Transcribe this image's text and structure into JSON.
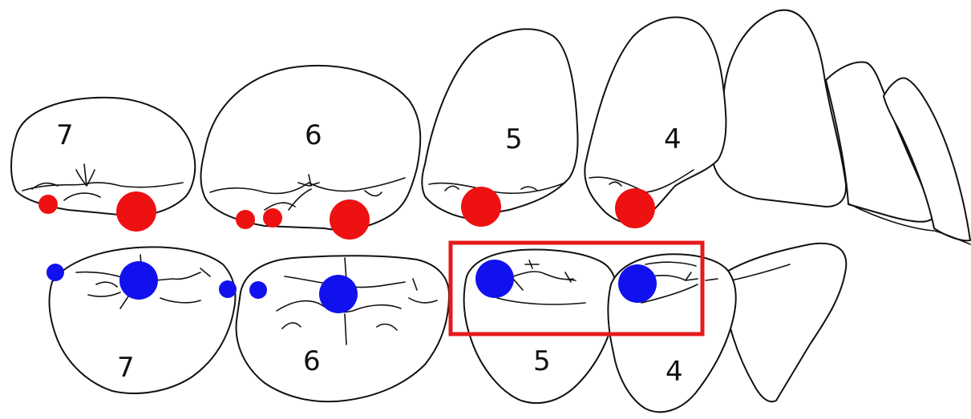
{
  "colors": {
    "upper_marker": "#ee1111",
    "lower_marker": "#1111ee",
    "highlight_box": "#e51a1a",
    "outline": "#111111"
  },
  "upper_teeth": [
    {
      "number": "7"
    },
    {
      "number": "6"
    },
    {
      "number": "5"
    },
    {
      "number": "4"
    }
  ],
  "lower_teeth": [
    {
      "number": "7"
    },
    {
      "number": "6"
    },
    {
      "number": "5"
    },
    {
      "number": "4"
    }
  ]
}
